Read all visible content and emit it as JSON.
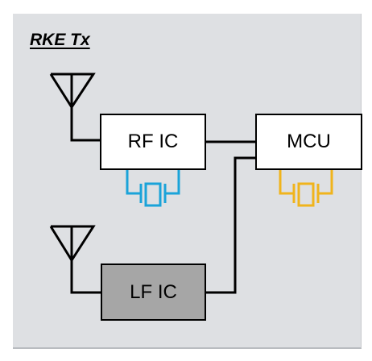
{
  "diagram": {
    "title": "RKE Tx",
    "blocks": {
      "rf_ic": "RF IC",
      "mcu": "MCU",
      "lf_ic": "LF IC"
    },
    "colors": {
      "background": "#dee0e3",
      "rf_crystal": "#1aa3d9",
      "mcu_crystal": "#f0b41c",
      "lf_block_fill": "#a6a6a6"
    },
    "icons": [
      "antenna-icon",
      "crystal-icon"
    ]
  }
}
